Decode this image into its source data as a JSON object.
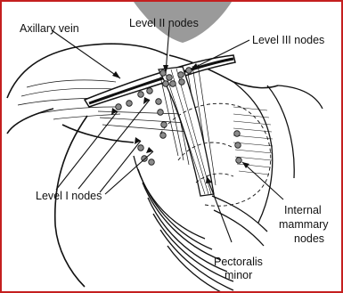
{
  "labels": {
    "axillary_vein": "Axillary vein",
    "level_ii_nodes": "Level II nodes",
    "level_iii_nodes": "Level III nodes",
    "level_i_nodes": "Level I nodes",
    "internal_mammary_line1": "Internal",
    "internal_mammary_line2": "mammary",
    "internal_mammary_line3": "nodes",
    "pectoralis_line1": "Pectoralis",
    "pectoralis_line2": "minor"
  },
  "colors": {
    "border": "#c41f1f",
    "ink": "#111111",
    "shadow_gray": "#9a9a9a",
    "node_gray": "#8a8a8a",
    "background": "#ffffff"
  }
}
